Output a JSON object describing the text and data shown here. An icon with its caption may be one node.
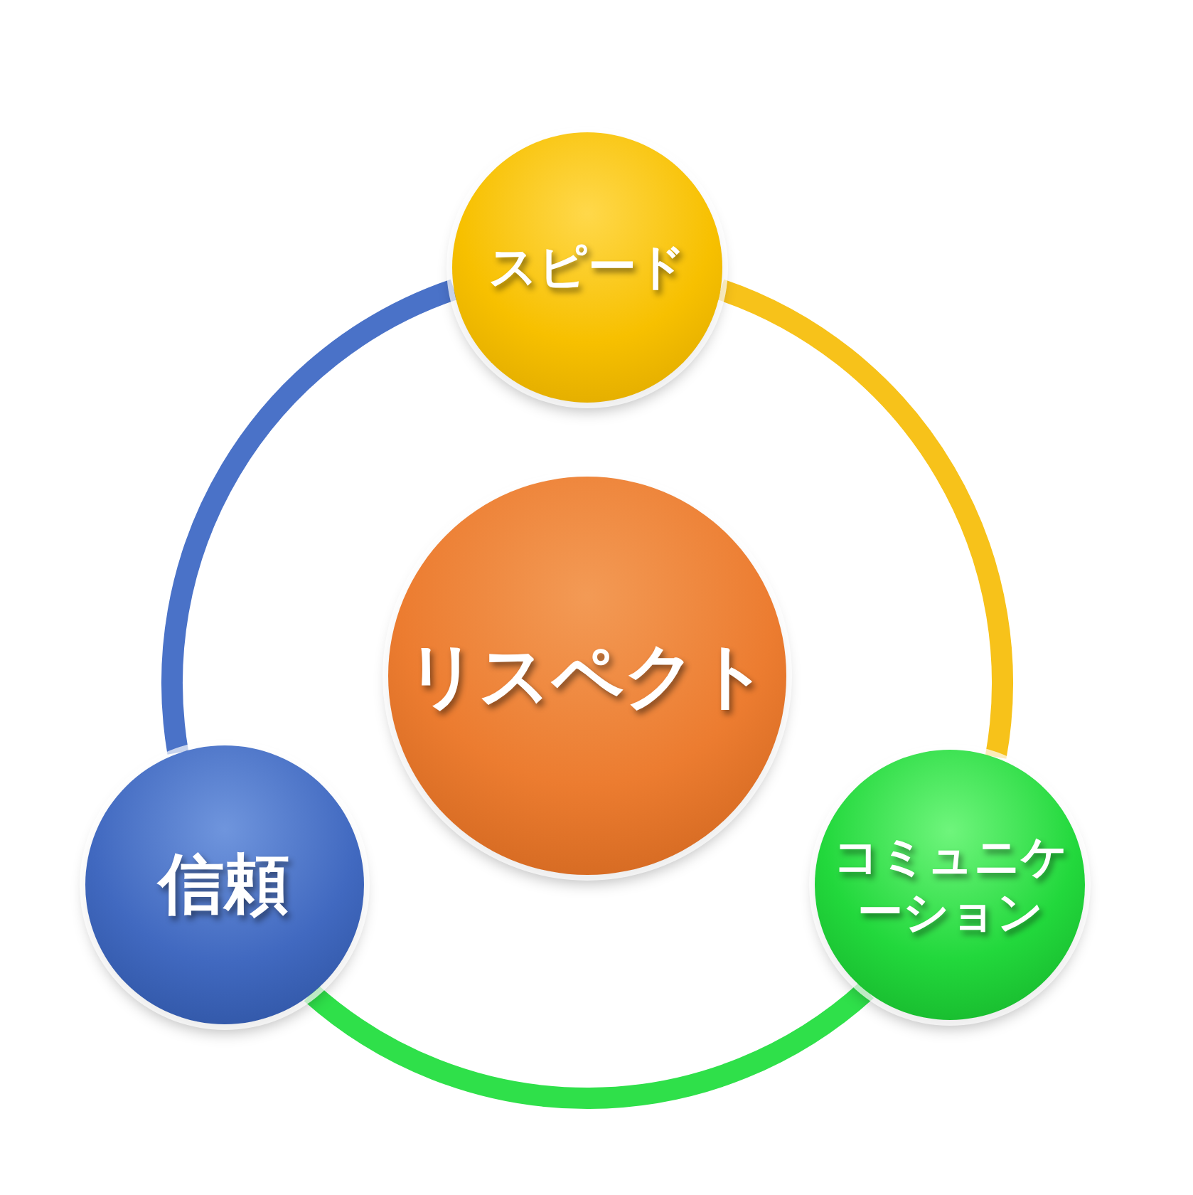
{
  "diagram": {
    "nodes": [
      {
        "text": [
          "リスペクト"
        ]
      },
      {
        "text": [
          "スピード"
        ]
      },
      {
        "text": [
          "コミュニケーション"
        ]
      },
      {
        "text": [
          "信頼"
        ]
      }
    ],
    "edges": [
      {
        "from": 1,
        "to": 2,
        "arrow": "none",
        "color": "#f7c21a"
      },
      {
        "from": 2,
        "to": 3,
        "arrow": "none",
        "color": "#2fe04a"
      },
      {
        "from": 3,
        "to": 1,
        "arrow": "none",
        "color": "#4a72c8"
      }
    ]
  }
}
